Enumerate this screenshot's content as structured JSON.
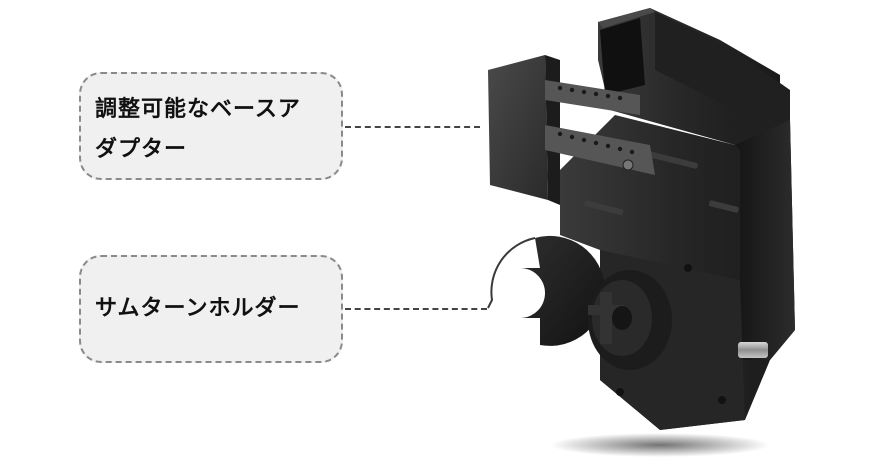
{
  "callouts": [
    {
      "lines": [
        "調整可能なベースア",
        "ダプター"
      ]
    },
    {
      "lines": [
        "サムターンホルダー"
      ]
    }
  ],
  "colors": {
    "callout_background": "#f0f0f0",
    "callout_border": "#8a8a8a",
    "product_body": "#232323",
    "text": "#111111"
  },
  "product": {
    "name": "smart-lock-unit-exploded-view",
    "parts": [
      "adjustable-base-adapter",
      "thumb-turn-holder",
      "lock-body",
      "spindle"
    ]
  }
}
